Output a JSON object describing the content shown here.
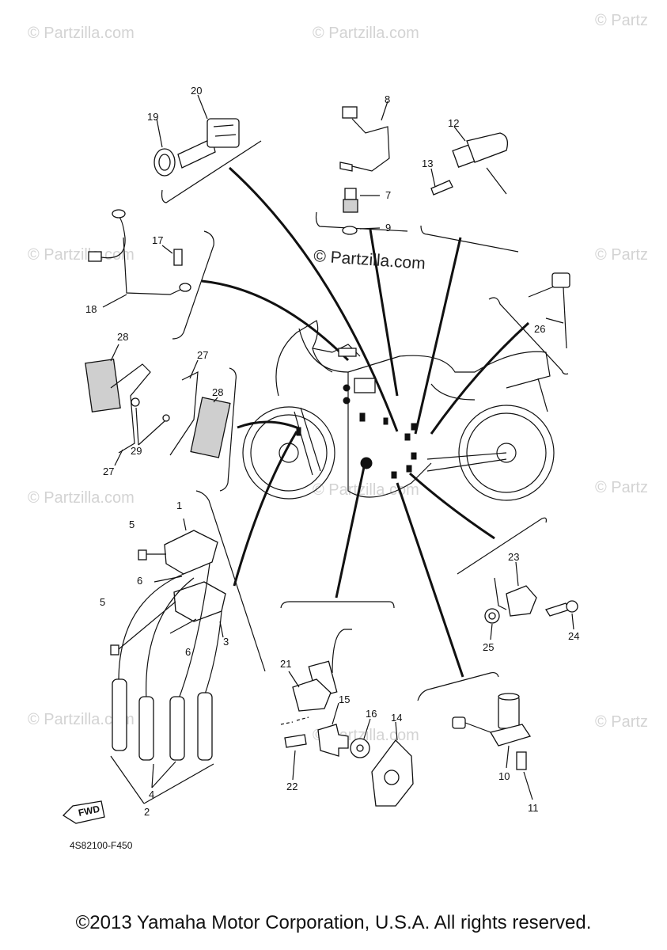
{
  "watermark": "© Partzilla.com",
  "watermark_short": "© Partz",
  "callouts": {
    "c1": "1",
    "c2": "2",
    "c3": "3",
    "c4": "4",
    "c5a": "5",
    "c5b": "5",
    "c6a": "6",
    "c6b": "6",
    "c7": "7",
    "c8": "8",
    "c9": "9",
    "c10": "10",
    "c11": "11",
    "c12": "12",
    "c13": "13",
    "c14": "14",
    "c15": "15",
    "c16": "16",
    "c17": "17",
    "c18": "18",
    "c19": "19",
    "c20": "20",
    "c21": "21",
    "c22": "22",
    "c23": "23",
    "c24": "24",
    "c25": "25",
    "c26": "26",
    "c27a": "27",
    "c27b": "27",
    "c28a": "28",
    "c28b": "28",
    "c29": "29"
  },
  "fwd_label": "FWD",
  "diagram_code": "4S82100-F450",
  "copyright": "©2013 Yamaha Motor Corporation, U.S.A. All rights reserved."
}
